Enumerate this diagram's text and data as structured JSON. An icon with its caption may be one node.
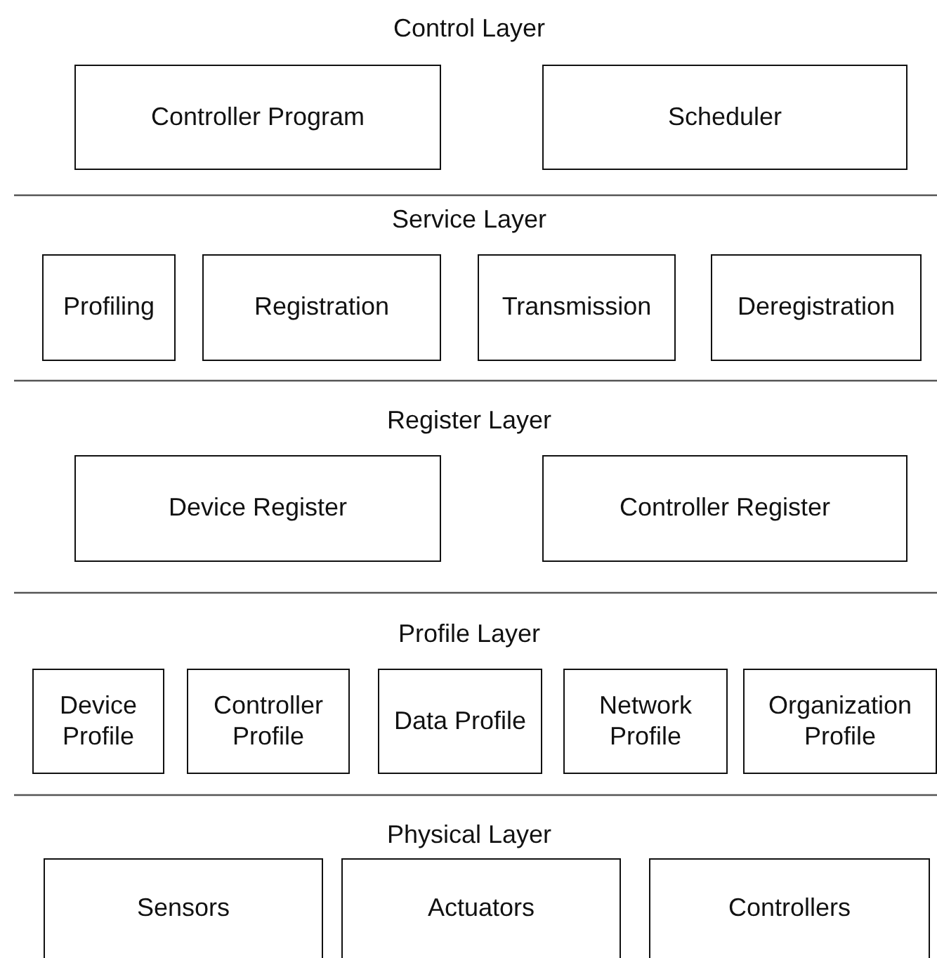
{
  "diagram": {
    "nodes": [
      {
        "text": [
          "Controller Program"
        ]
      },
      {
        "text": [
          "Scheduler"
        ]
      },
      {
        "text": [
          "Profiling"
        ]
      },
      {
        "text": [
          "Registration"
        ]
      },
      {
        "text": [
          "Transmission"
        ]
      },
      {
        "text": [
          "Deregistration"
        ]
      },
      {
        "text": [
          "Device Register"
        ]
      },
      {
        "text": [
          "Controller Register"
        ]
      },
      {
        "text": [
          "Device Profile"
        ]
      },
      {
        "text": [
          "Controller Profile"
        ]
      },
      {
        "text": [
          "Data Profile"
        ]
      },
      {
        "text": [
          "Network Profile"
        ]
      },
      {
        "text": [
          "Organization Profile"
        ]
      },
      {
        "text": [
          "Sensors"
        ]
      },
      {
        "text": [
          "Actuators"
        ]
      },
      {
        "text": [
          "Controllers"
        ]
      }
    ],
    "edges": [],
    "labels": [
      "Control Layer",
      "Service Layer",
      "Register Layer",
      "Profile Layer",
      "Physical Layer"
    ]
  }
}
